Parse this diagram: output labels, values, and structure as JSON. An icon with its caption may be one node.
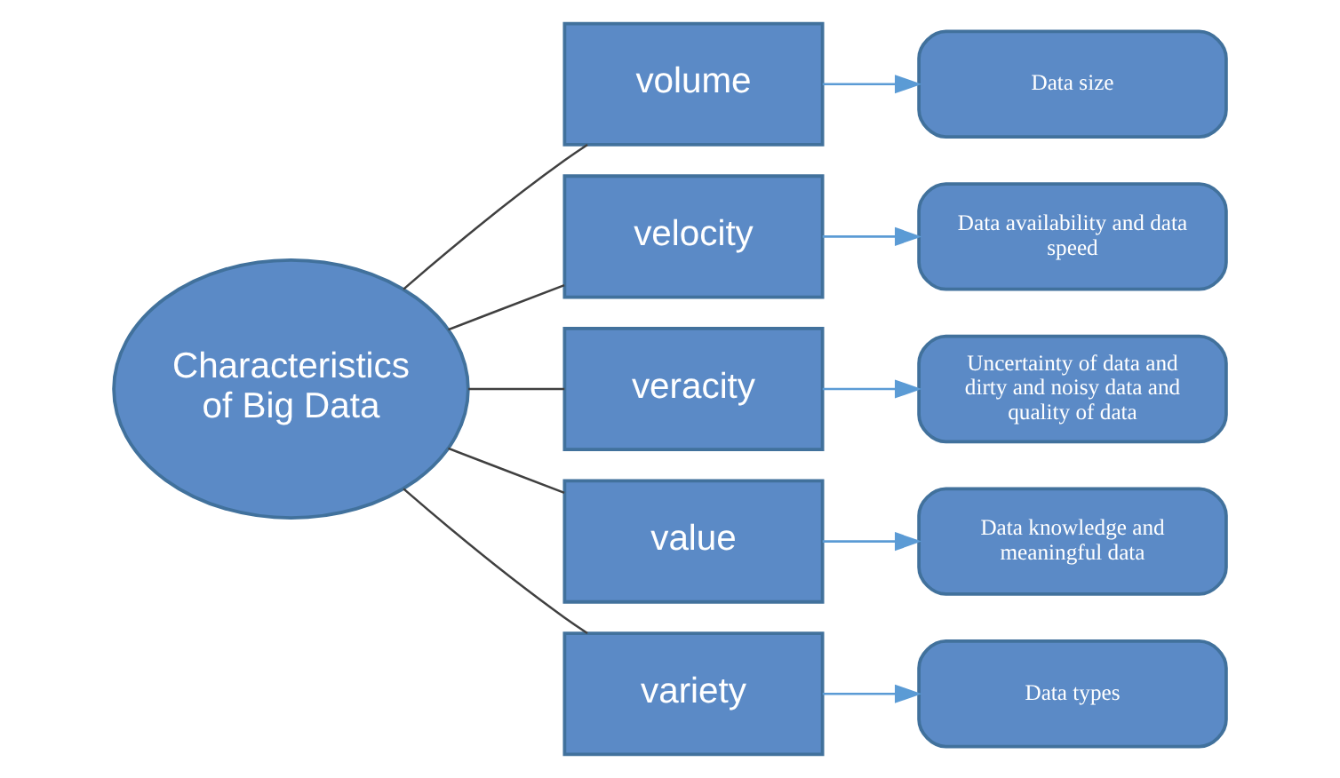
{
  "diagram": {
    "nodes": [
      {
        "text": [
          "Characteristics of Big Data"
        ]
      },
      {
        "text": [
          "volume"
        ]
      },
      {
        "text": [
          "velocity"
        ]
      },
      {
        "text": [
          "veracity"
        ]
      },
      {
        "text": [
          "value"
        ]
      },
      {
        "text": [
          "variety"
        ]
      },
      {
        "text": [
          "Data size"
        ]
      },
      {
        "text": [
          "Data availability and data speed"
        ]
      },
      {
        "text": [
          "Uncertainty of data and dirty and noisy data and quality of data"
        ]
      },
      {
        "text": [
          "Data knowledge and meaningful data"
        ]
      },
      {
        "text": [
          "Data types"
        ]
      }
    ],
    "edges": [
      {
        "from": 0,
        "to": 1,
        "arrow": "none"
      },
      {
        "from": 0,
        "to": 2,
        "arrow": "none"
      },
      {
        "from": 0,
        "to": 3,
        "arrow": "none"
      },
      {
        "from": 0,
        "to": 4,
        "arrow": "none"
      },
      {
        "from": 0,
        "to": 5,
        "arrow": "none"
      },
      {
        "from": 1,
        "to": 6,
        "arrow": "to",
        "color": "#5b9bd5"
      },
      {
        "from": 2,
        "to": 7,
        "arrow": "to",
        "color": "#5b9bd5"
      },
      {
        "from": 3,
        "to": 8,
        "arrow": "to",
        "color": "#5b9bd5"
      },
      {
        "from": 4,
        "to": 9,
        "arrow": "to",
        "color": "#5b9bd5"
      },
      {
        "from": 5,
        "to": 10,
        "arrow": "to",
        "color": "#5b9bd5"
      }
    ]
  }
}
